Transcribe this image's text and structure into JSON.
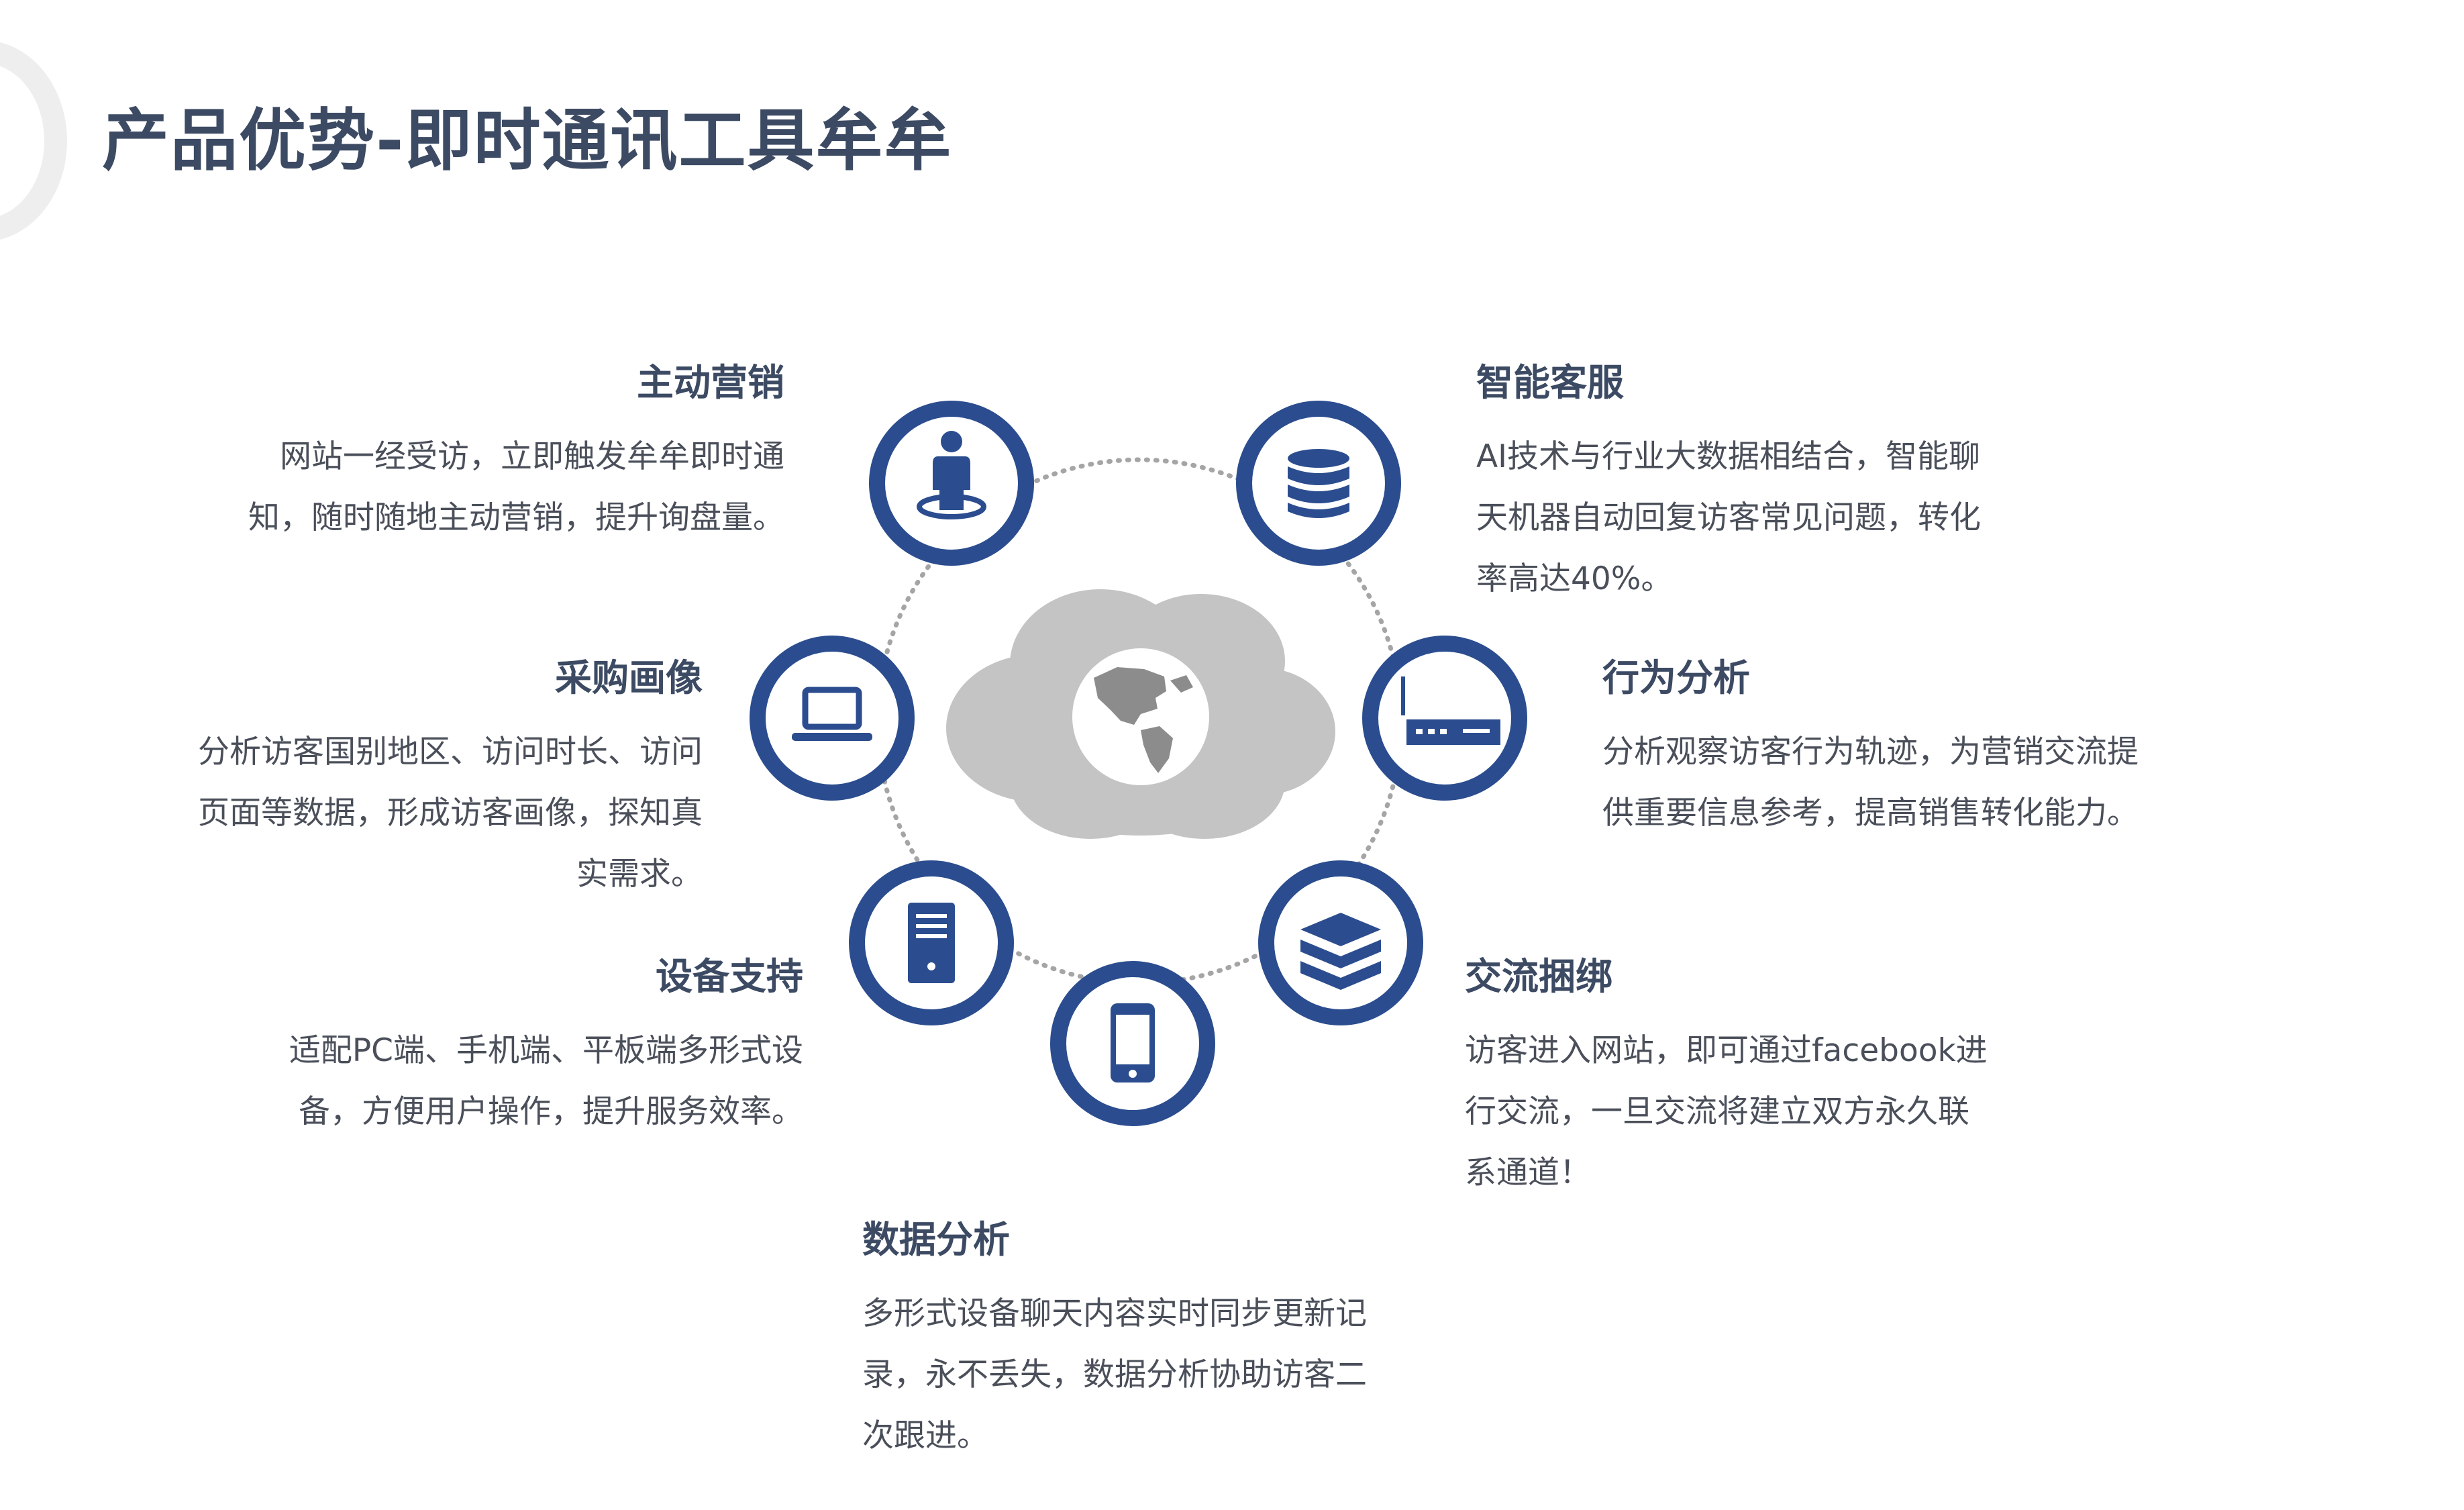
{
  "title": "产品优势-即时通讯工具牟牟",
  "colors": {
    "accent": "#2b4d8f",
    "cloud": "#c4c4c4",
    "heading": "#3c4a63",
    "body": "#4a4f5a"
  },
  "center": {
    "icon": "cloud-globe-icon"
  },
  "features": {
    "active_marketing": {
      "title": "主动营销",
      "lines": [
        "网站一经受访，立即触发牟牟即时通",
        "知，随时随地主动营销，提升询盘量。"
      ],
      "icon": "person-target-icon"
    },
    "smart_service": {
      "title": "智能客服",
      "lines": [
        "AI技术与行业大数据相结合，智能聊",
        "天机器自动回复访客常见问题，转化",
        "率高达40%。"
      ],
      "icon": "database-icon"
    },
    "visitor_profile": {
      "title": "采购画像",
      "lines": [
        "分析访客国别地区、访问时长、访问",
        "页面等数据，形成访客画像，探知真",
        "实需求。"
      ],
      "icon": "laptop-icon"
    },
    "behavior_analysis": {
      "title": "行为分析",
      "lines": [
        "分析观察访客行为轨迹，为营销交流提",
        "供重要信息参考，提高销售转化能力。"
      ],
      "icon": "router-icon"
    },
    "device_support": {
      "title": "设备支持",
      "lines": [
        "适配PC端、手机端、平板端多形式设",
        "备，方便用户操作，提升服务效率。"
      ],
      "icon": "pc-tower-icon"
    },
    "communication_binding": {
      "title": "交流捆绑",
      "lines": [
        "访客进入网站，即可通过facebook进",
        "行交流，一旦交流将建立双方永久联",
        "系通道！"
      ],
      "icon": "layers-icon"
    },
    "data_analysis": {
      "title": "数据分析",
      "lines": [
        "多形式设备聊天内容实时同步更新记",
        "录，永不丢失，数据分析协助访客二",
        "次跟进。"
      ],
      "icon": "mobile-phone-icon"
    }
  }
}
